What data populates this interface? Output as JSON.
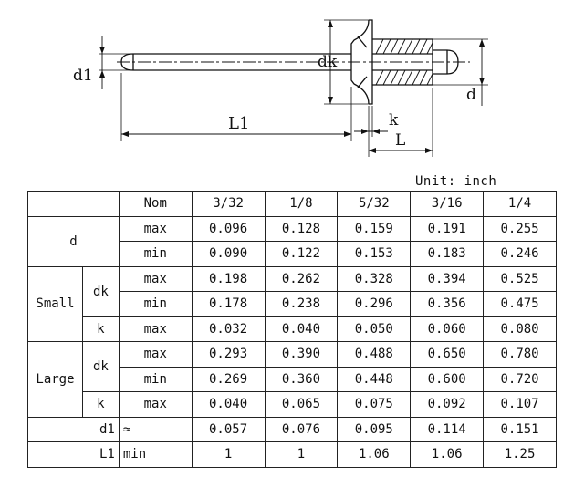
{
  "drawing": {
    "labels": {
      "d1": "d1",
      "dk": "dk",
      "d": "d",
      "L1": "L1",
      "k": "k",
      "L": "L"
    }
  },
  "unit_label": "Unit: inch",
  "table": {
    "nom_label": "Nom",
    "nom_sizes": [
      "3/32",
      "1/8",
      "5/32",
      "3/16",
      "1/4"
    ],
    "d": {
      "label": "d",
      "max_label": "max",
      "min_label": "min",
      "max": [
        "0.096",
        "0.128",
        "0.159",
        "0.191",
        "0.255"
      ],
      "min": [
        "0.090",
        "0.122",
        "0.153",
        "0.183",
        "0.246"
      ]
    },
    "small": {
      "label": "Small",
      "dk_label": "dk",
      "k_label": "k",
      "dk_max_label": "max",
      "dk_min_label": "min",
      "k_max_label": "max",
      "dk_max": [
        "0.198",
        "0.262",
        "0.328",
        "0.394",
        "0.525"
      ],
      "dk_min": [
        "0.178",
        "0.238",
        "0.296",
        "0.356",
        "0.475"
      ],
      "k_max": [
        "0.032",
        "0.040",
        "0.050",
        "0.060",
        "0.080"
      ]
    },
    "large": {
      "label": "Large",
      "dk_label": "dk",
      "k_label": "k",
      "dk_max_label": "max",
      "dk_min_label": "min",
      "k_max_label": "max",
      "dk_max": [
        "0.293",
        "0.390",
        "0.488",
        "0.650",
        "0.780"
      ],
      "dk_min": [
        "0.269",
        "0.360",
        "0.448",
        "0.600",
        "0.720"
      ],
      "k_max": [
        "0.040",
        "0.065",
        "0.075",
        "0.092",
        "0.107"
      ]
    },
    "d1": {
      "label": "d1",
      "approx": "≈",
      "values": [
        "0.057",
        "0.076",
        "0.095",
        "0.114",
        "0.151"
      ]
    },
    "L1": {
      "label": "L1",
      "min_label": "min",
      "values": [
        "1",
        "1",
        "1.06",
        "1.06",
        "1.25"
      ]
    }
  }
}
